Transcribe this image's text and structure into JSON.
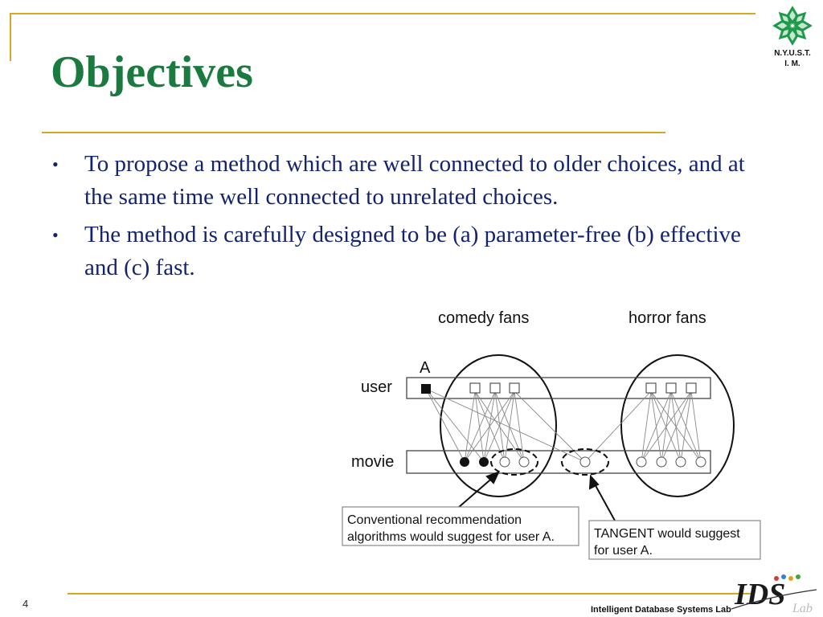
{
  "slide": {
    "title": "Objectives",
    "page_number": "4",
    "footer_lab": "Intelligent Database Systems Lab",
    "logo_text_line1": "N.Y.U.S.T.",
    "logo_text_line2": "I. M.",
    "ids_logo_text": "IDS",
    "ids_logo_script": "Lab",
    "bullets": [
      "To propose a method which are well connected to older choices, and at the same time well connected to unrelated choices.",
      "The method is carefully designed to be (a) parameter-free (b) effective and (c) fast."
    ]
  },
  "diagram": {
    "group_labels": [
      "comedy fans",
      "horror fans"
    ],
    "row_labels": [
      "user",
      "movie"
    ],
    "user_a_label": "A",
    "callout_conventional_line1": "Conventional recommendation",
    "callout_conventional_line2": "algorithms would suggest for user A.",
    "callout_tangent_line1": "TANGENT would suggest",
    "callout_tangent_line2": "for user A."
  },
  "colors": {
    "title_green": "#1a7a40",
    "body_navy": "#14236e",
    "rule_gold": "#d4a820",
    "logo_green": "#1e9a4a"
  }
}
